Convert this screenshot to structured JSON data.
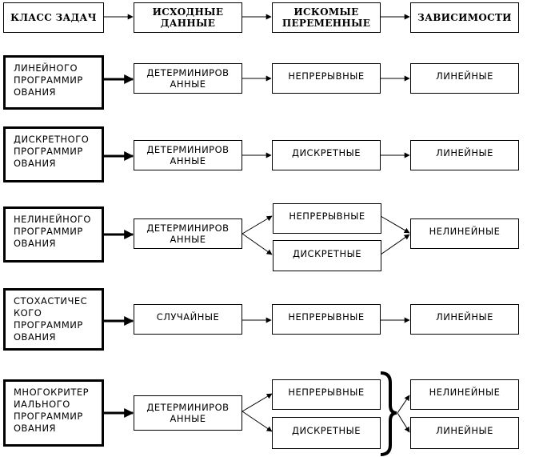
{
  "headers": {
    "task_class": "КЛАСС ЗАДАЧ",
    "input_data": "ИСХОДНЫЕ\nДАННЫЕ",
    "target_vars": "ИСКОМЫЕ\nПЕРЕМЕННЫЕ",
    "dependencies": "ЗАВИСИМОСТИ"
  },
  "rows": [
    {
      "class": "ЛИНЕЙНОГО\nПРОГРАММИР\nОВАНИЯ",
      "input": "ДЕТЕРМИНИРОВ\nАННЫЕ",
      "vars": [
        "НЕПРЕРЫВНЫЕ"
      ],
      "deps": [
        "ЛИНЕЙНЫЕ"
      ]
    },
    {
      "class": "ДИСКРЕТНОГО\nПРОГРАММИР\nОВАНИЯ",
      "input": "ДЕТЕРМИНИРОВ\nАННЫЕ",
      "vars": [
        "ДИСКРЕТНЫЕ"
      ],
      "deps": [
        "ЛИНЕЙНЫЕ"
      ]
    },
    {
      "class": "НЕЛИНЕЙНОГО\nПРОГРАММИР\nОВАНИЯ",
      "input": "ДЕТЕРМИНИРОВ\nАННЫЕ",
      "vars": [
        "НЕПРЕРЫВНЫЕ",
        "ДИСКРЕТНЫЕ"
      ],
      "deps": [
        "НЕЛИНЕЙНЫЕ"
      ]
    },
    {
      "class": "СТОХАСТИЧЕС\nКОГО\nПРОГРАММИР\nОВАНИЯ",
      "input": "СЛУЧАЙНЫЕ",
      "vars": [
        "НЕПРЕРЫВНЫЕ"
      ],
      "deps": [
        "ЛИНЕЙНЫЕ"
      ]
    },
    {
      "class": "МНОГОКРИТЕР\nИАЛЬНОГО\nПРОГРАММИР\nОВАНИЯ",
      "input": "ДЕТЕРМИНИРОВ\nАННЫЕ",
      "vars": [
        "НЕПРЕРЫВНЫЕ",
        "ДИСКРЕТНЫЕ"
      ],
      "deps": [
        "НЕЛИНЕЙНЫЕ",
        "ЛИНЕЙНЫЕ"
      ]
    }
  ]
}
